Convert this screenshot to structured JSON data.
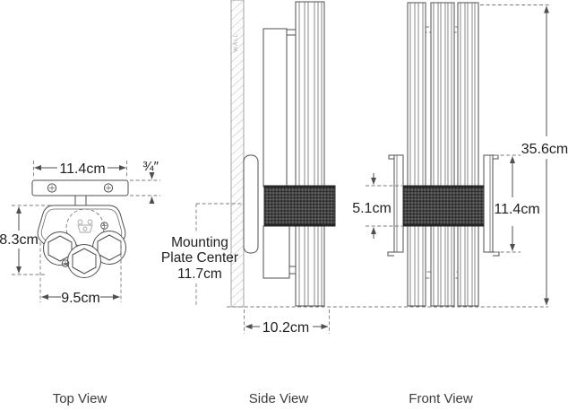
{
  "views": {
    "top": {
      "label": "Top View",
      "dims": {
        "plate_width": "11.4cm",
        "plate_thickness": "¾″",
        "head_depth": "8.3cm",
        "head_width": "9.5cm"
      }
    },
    "side": {
      "label": "Side View",
      "wall_label": "WALL",
      "note": {
        "line1": "Mounting",
        "line2": "Plate Center",
        "line3": "11.7cm"
      },
      "dims": {
        "projection_depth": "10.2cm"
      }
    },
    "front": {
      "label": "Front View",
      "dims": {
        "band_height": "5.1cm",
        "backplate_height": "11.4cm",
        "overall_height": "35.6cm"
      }
    }
  },
  "colors": {
    "line": "#4f4f4f",
    "dimension_line": "#7a7a7a",
    "text": "#1f1f1f",
    "mesh_band": "#474747",
    "wall_hatch": "#c4c4c4"
  }
}
